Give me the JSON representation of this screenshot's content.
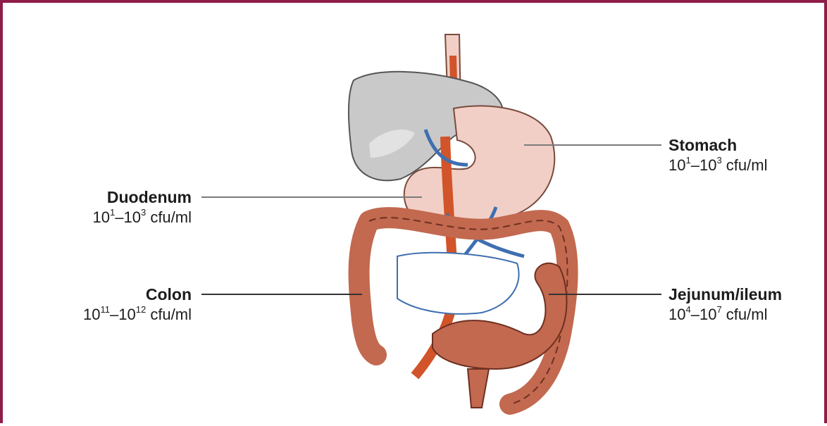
{
  "colors": {
    "border": "#8f1d4a",
    "liver": "#c9c9c9",
    "stomach": "#f1cfc6",
    "intestine": "#c2694f",
    "artery": "#d2542a",
    "vein": "#3f6fb0",
    "leader_line": "#7a7a7a"
  },
  "labels": {
    "stomach": {
      "name": "Stomach",
      "count_a": "10",
      "exp_a": "1",
      "dash": "–",
      "count_b": "10",
      "exp_b": "3",
      "unit": " cfu/ml"
    },
    "duodenum": {
      "name": "Duodenum",
      "count_a": "10",
      "exp_a": "1",
      "dash": "–",
      "count_b": "10",
      "exp_b": "3",
      "unit": " cfu/ml"
    },
    "colon": {
      "name": "Colon",
      "count_a": "10",
      "exp_a": "11",
      "dash": "–",
      "count_b": "10",
      "exp_b": "12",
      "unit": " cfu/ml"
    },
    "jejunum": {
      "name": "Jejunum/ileum",
      "count_a": "10",
      "exp_a": "4",
      "dash": "–",
      "count_b": "10",
      "exp_b": "7",
      "unit": " cfu/ml"
    }
  }
}
